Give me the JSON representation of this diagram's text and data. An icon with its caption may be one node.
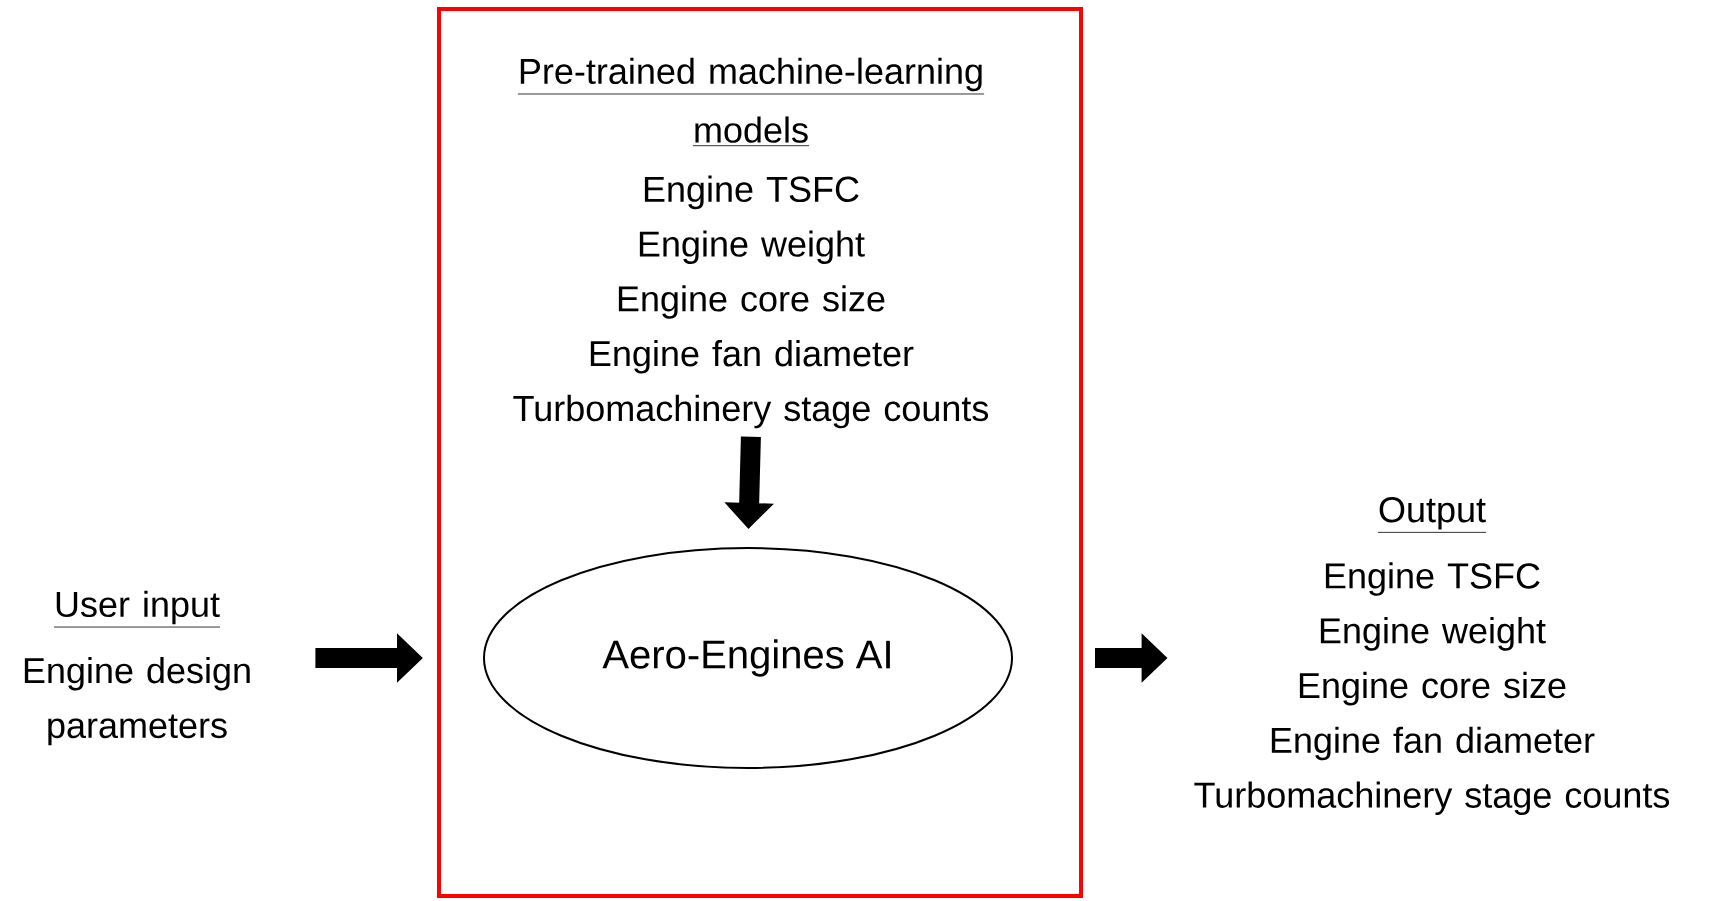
{
  "diagram": {
    "nodes": [
      {
        "text": [],
        "shape": "box"
      },
      {
        "text": [
          "Pre-trained machine-learning models",
          "Engine TSFC",
          "Engine weight",
          "Engine core size",
          "Engine fan diameter",
          "Turbomachinery stage counts"
        ],
        "in": 0
      },
      {
        "text": [
          "Aero-Engines AI"
        ],
        "in": 0
      },
      {
        "text": [
          "User input",
          "Engine design parameters"
        ]
      },
      {
        "text": [
          "Output",
          "Engine TSFC",
          "Engine weight",
          "Engine core size",
          "Engine fan diameter",
          "Turbomachinery stage counts"
        ]
      }
    ],
    "edges": [
      {
        "from": 1,
        "to": 2,
        "arrow": "to"
      },
      {
        "from": 3,
        "to": 0,
        "arrow": "to"
      },
      {
        "from": 0,
        "to": 4,
        "arrow": "to"
      }
    ]
  }
}
